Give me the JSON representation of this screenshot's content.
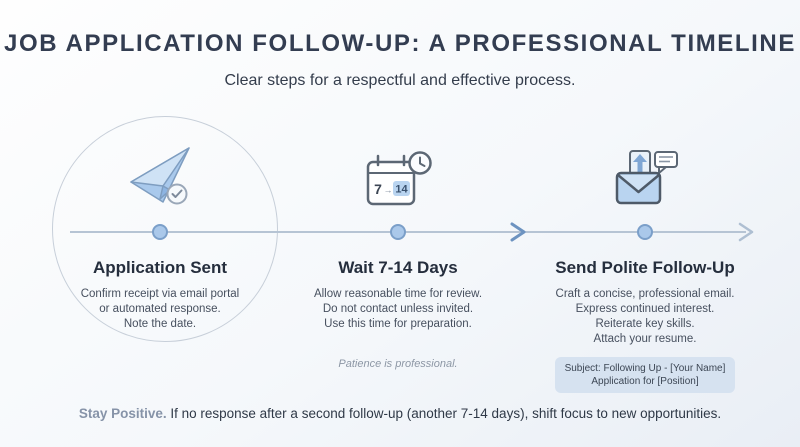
{
  "header": {
    "title": "JOB APPLICATION FOLLOW-UP: A PROFESSIONAL TIMELINE",
    "subtitle": "Clear steps for a respectful and effective process."
  },
  "steps": [
    {
      "title": "Application Sent",
      "description": "Confirm receipt via email portal\nor automated response.\nNote the date.",
      "icon": "paper-plane-check-icon"
    },
    {
      "title": "Wait 7-14 Days",
      "description": "Allow reasonable time for review.\nDo not contact unless invited.\nUse this time for preparation.",
      "note": "Patience is professional.",
      "icon": "calendar-clock-icon",
      "calendar": {
        "from": "7",
        "arrow": "→",
        "to": "14"
      }
    },
    {
      "title": "Send Polite Follow-Up",
      "description": "Craft a concise, professional email.\nExpress continued interest.\nReiterate key skills.\nAttach your resume.",
      "badge": "Subject: Following Up - [Your Name]\nApplication for [Position]",
      "icon": "envelope-send-icon"
    }
  ],
  "footer": {
    "highlight": "Stay Positive.",
    "text": " If no response after a second follow-up (another 7-14 days), shift focus to new opportunities."
  },
  "colors": {
    "accent_blue": "#aac8ea",
    "icon_blue": "#b9d4f0",
    "dot_border": "#7b9fc9",
    "line": "#b6c4d4",
    "title_text": "#333d51",
    "badge_bg": "#d6e2f0"
  }
}
